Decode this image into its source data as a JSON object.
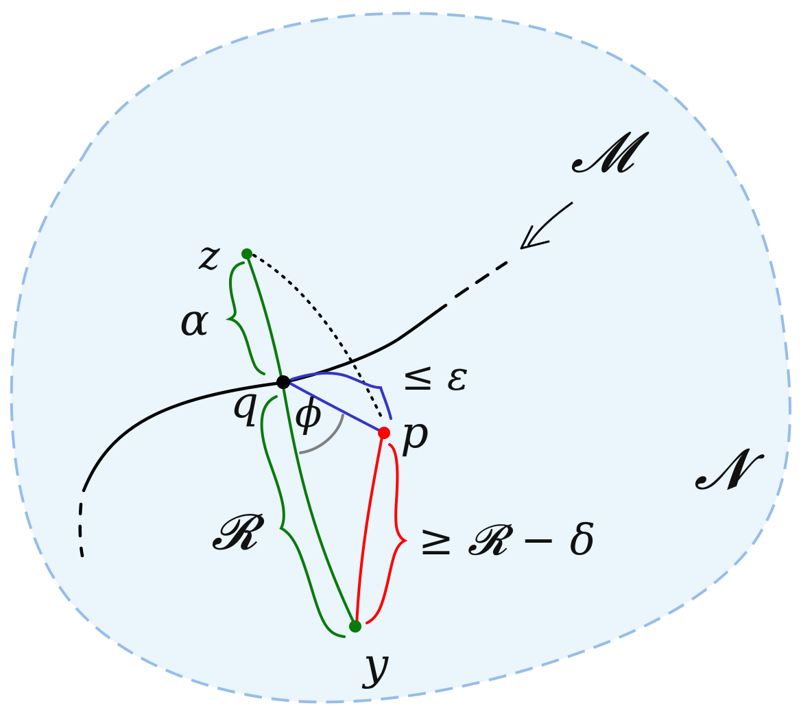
{
  "labels": {
    "manifold_M": "𝓜",
    "space_N": "𝓝",
    "point_z": "z",
    "point_q": "q",
    "point_p": "p",
    "point_y": "y",
    "alpha": "α",
    "phi": "ϕ",
    "R": "𝓡",
    "le_eps": "≤ ε",
    "ge_R_minus_delta": "≥ 𝓡 − δ"
  },
  "colors": {
    "region_fill": "#eaf5fc",
    "region_border": "#96bde9",
    "curve_M": "#000000",
    "green": "#0a7a0a",
    "blue": "#3434c8",
    "red": "#ff0000",
    "angle_arc": "#808080",
    "dotted": "#000000"
  }
}
